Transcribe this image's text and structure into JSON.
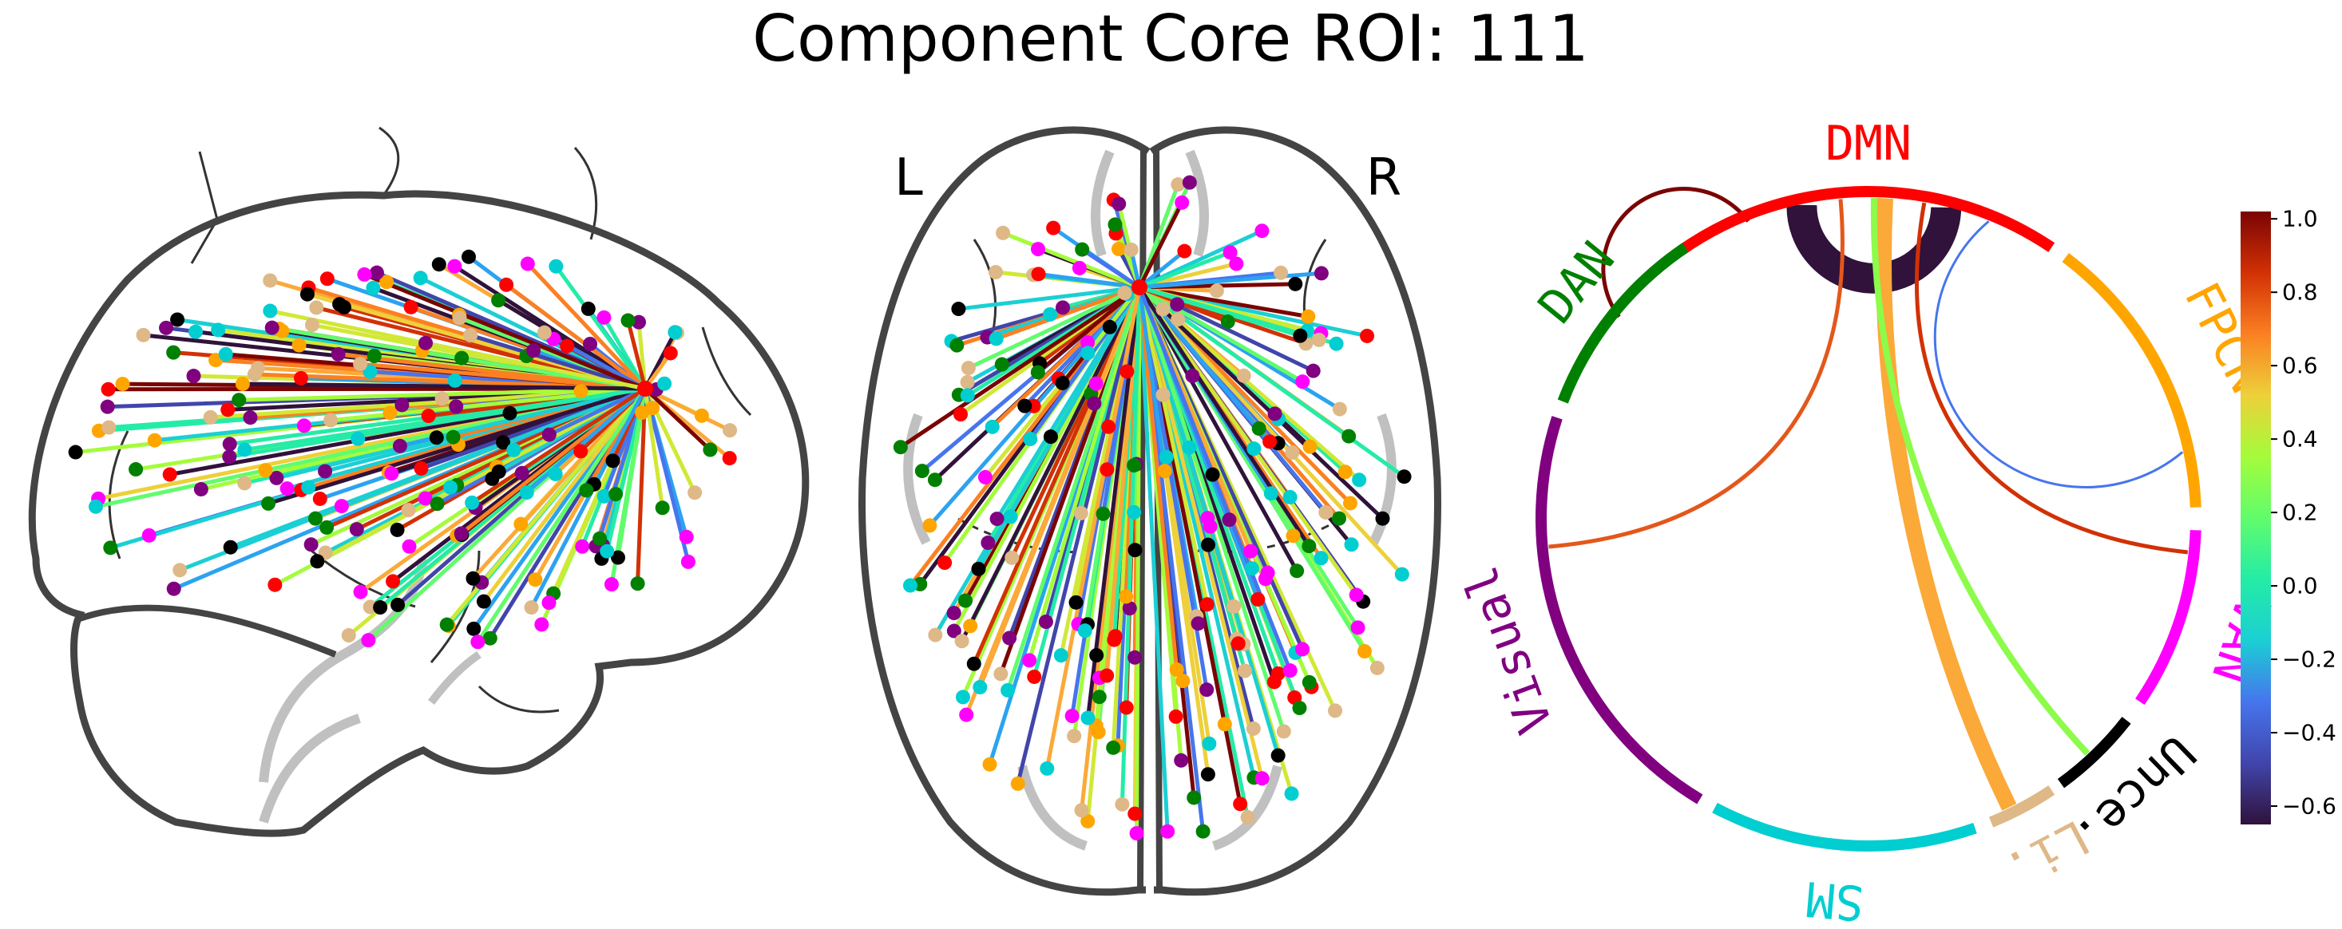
{
  "title": "Component Core ROI: 111",
  "glass_brain": {
    "axial_left_label": "L",
    "axial_right_label": "R"
  },
  "networks": [
    {
      "name": "DMN",
      "color": "#ff0000"
    },
    {
      "name": "FPCN",
      "color": "#ffa500"
    },
    {
      "name": "VAN",
      "color": "#ff00ff"
    },
    {
      "name": "Unce.",
      "color": "#000000"
    },
    {
      "name": "Li.",
      "color": "#deb887"
    },
    {
      "name": "SM",
      "color": "#00ced1"
    },
    {
      "name": "Visual",
      "color": "#800080"
    },
    {
      "name": "DAN",
      "color": "#008000"
    }
  ],
  "colorbar": {
    "colormap": "turbo",
    "min": -0.65,
    "max": 1.02,
    "ticks": [
      "1.0",
      "0.8",
      "0.6",
      "0.4",
      "0.2",
      "0.0",
      "−0.2",
      "−0.4",
      "−0.6"
    ]
  }
}
